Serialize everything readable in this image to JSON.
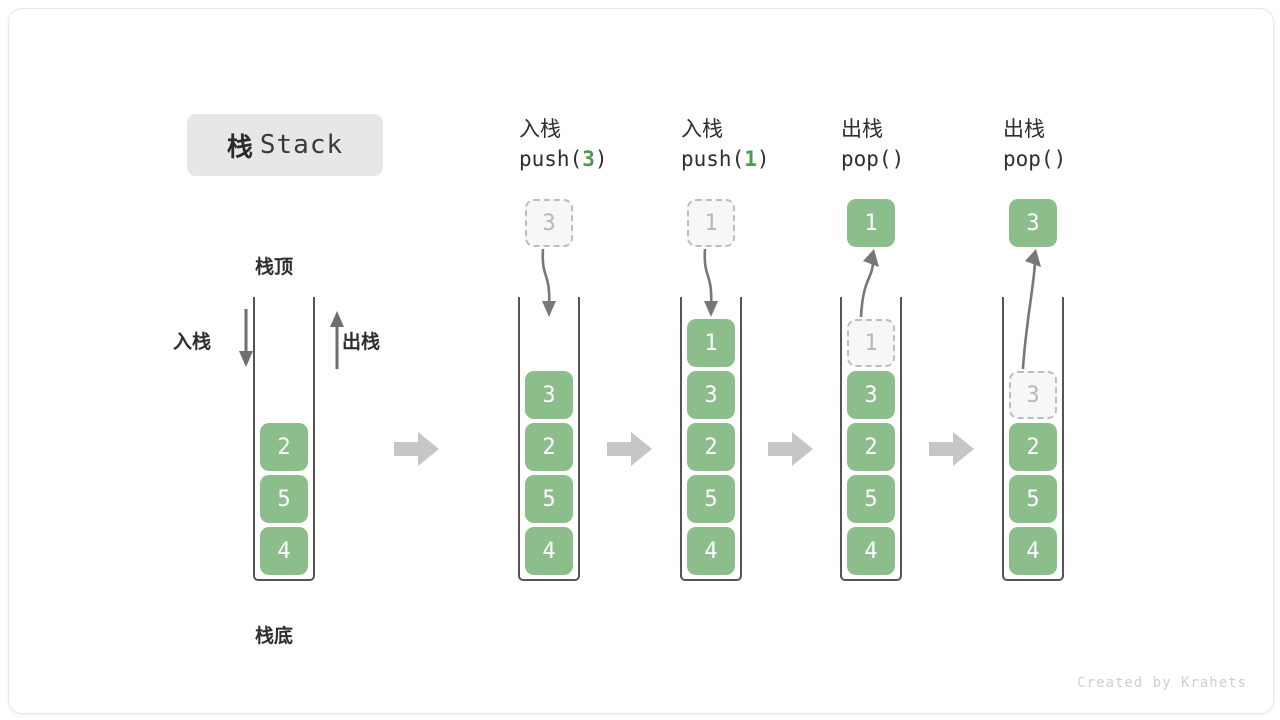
{
  "title": {
    "cjk": "栈",
    "latin": "Stack"
  },
  "labels": {
    "top": "栈顶",
    "bottom": "栈底",
    "push": "入栈",
    "pop": "出栈"
  },
  "footer": "Created by Krahets",
  "colors": {
    "block_green": "#8cbe8c",
    "accent_green": "#4c9a4c",
    "ghost_fill": "#f7f7f7",
    "ghost_border": "#bdbdbd",
    "container_stroke": "#555555",
    "arrow_gray": "#c6c6c6",
    "curve_gray": "#777777",
    "badge_bg": "#e7e7e7"
  },
  "columns": [
    {
      "id": "initial",
      "head_cjk": "",
      "head_code_prefix": "",
      "head_code_arg": "",
      "head_code_suffix": "",
      "floating": null,
      "cells": [
        {
          "value": "2",
          "state": "solid"
        },
        {
          "value": "5",
          "state": "solid"
        },
        {
          "value": "4",
          "state": "solid"
        }
      ]
    },
    {
      "id": "push-3",
      "head_cjk": "入栈",
      "head_code_prefix": "push(",
      "head_code_arg": "3",
      "head_code_suffix": ")",
      "floating": {
        "value": "3",
        "state": "ghost",
        "direction": "down"
      },
      "cells": [
        {
          "value": "3",
          "state": "solid"
        },
        {
          "value": "2",
          "state": "solid"
        },
        {
          "value": "5",
          "state": "solid"
        },
        {
          "value": "4",
          "state": "solid"
        }
      ]
    },
    {
      "id": "push-1",
      "head_cjk": "入栈",
      "head_code_prefix": "push(",
      "head_code_arg": "1",
      "head_code_suffix": ")",
      "floating": {
        "value": "1",
        "state": "ghost",
        "direction": "down"
      },
      "cells": [
        {
          "value": "1",
          "state": "solid"
        },
        {
          "value": "3",
          "state": "solid"
        },
        {
          "value": "2",
          "state": "solid"
        },
        {
          "value": "5",
          "state": "solid"
        },
        {
          "value": "4",
          "state": "solid"
        }
      ]
    },
    {
      "id": "pop-1",
      "head_cjk": "出栈",
      "head_code_prefix": "pop(",
      "head_code_arg": "",
      "head_code_suffix": ")",
      "floating": {
        "value": "1",
        "state": "solid",
        "direction": "up"
      },
      "cells": [
        {
          "value": "1",
          "state": "ghost"
        },
        {
          "value": "3",
          "state": "solid"
        },
        {
          "value": "2",
          "state": "solid"
        },
        {
          "value": "5",
          "state": "solid"
        },
        {
          "value": "4",
          "state": "solid"
        }
      ]
    },
    {
      "id": "pop-3",
      "head_cjk": "出栈",
      "head_code_prefix": "pop(",
      "head_code_arg": "",
      "head_code_suffix": ")",
      "floating": {
        "value": "3",
        "state": "solid",
        "direction": "up"
      },
      "cells": [
        {
          "value": "",
          "state": "empty"
        },
        {
          "value": "3",
          "state": "ghost"
        },
        {
          "value": "2",
          "state": "solid"
        },
        {
          "value": "5",
          "state": "solid"
        },
        {
          "value": "4",
          "state": "solid"
        }
      ]
    }
  ],
  "separators": [
    "step-arrow-1",
    "step-arrow-2",
    "step-arrow-3",
    "step-arrow-4"
  ]
}
